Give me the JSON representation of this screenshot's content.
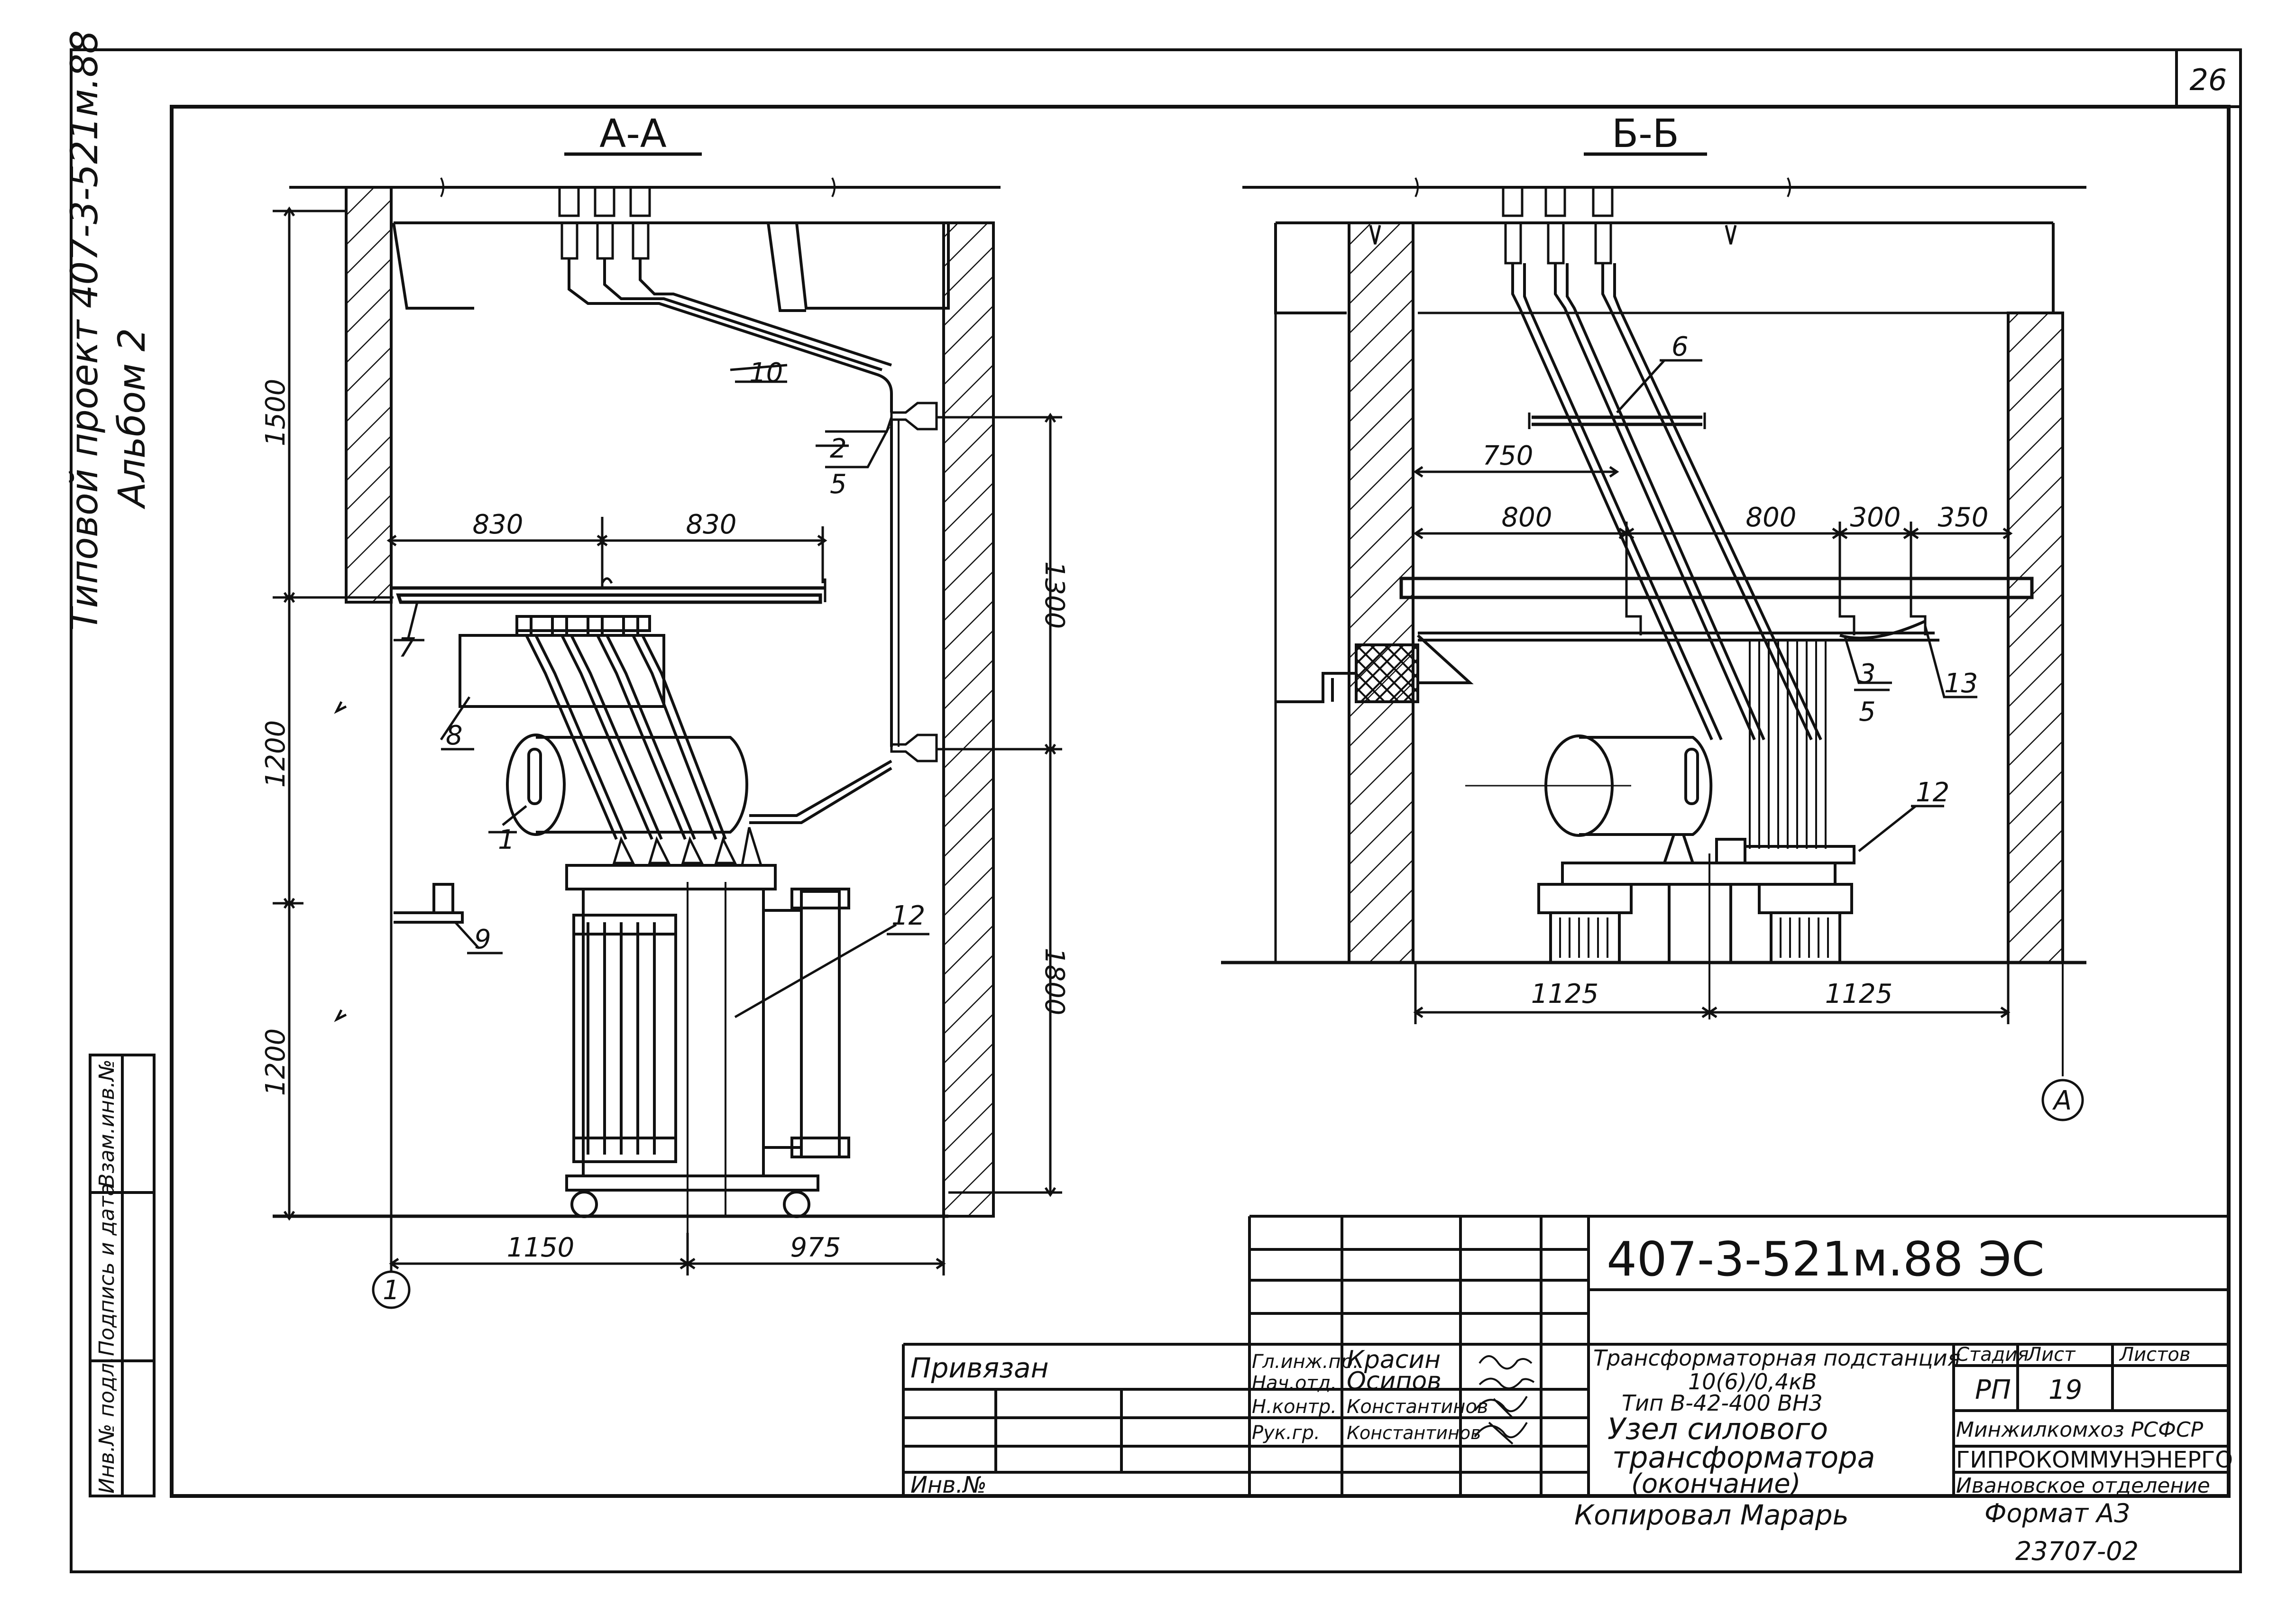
{
  "sheet": {
    "page_number": "26",
    "side_stamp": [
      "Типовой проект 407-3-521м.88",
      "Альбом 2"
    ],
    "copied_by": "Копировал  Марарь",
    "format": "Формат А3",
    "archive_number": "23707-02"
  },
  "left_strip": {
    "labels": [
      "Инв.№ подл.",
      "Подпись и дата",
      "Взам.инв.№"
    ]
  },
  "section_aa": {
    "title": "А-А",
    "dims": {
      "v1500": "1500",
      "v1200a": "1200",
      "v1200b": "1200",
      "v1300": "1300",
      "v1800": "1800",
      "h830a": "830",
      "h830b": "830",
      "h1150": "1150",
      "h975": "975"
    },
    "callouts": {
      "c10": "10",
      "c2": "2",
      "c5": "5",
      "c7": "7",
      "c8": "8",
      "c1": "1",
      "c9": "9",
      "c12": "12"
    },
    "axis": "1"
  },
  "section_bb": {
    "title": "Б-Б",
    "dims": {
      "h750": "750",
      "h800a": "800",
      "h800b": "800",
      "h300": "300",
      "h350": "350",
      "h1125a": "1125",
      "h1125b": "1125"
    },
    "callouts": {
      "c6": "6",
      "c3": "3",
      "c5": "5",
      "c13": "13",
      "c12": "12"
    },
    "axis": "А"
  },
  "title_block": {
    "code": "407-3-521м.88  ЭС",
    "privyazan": "Привязан",
    "inv_no": "Инв.№",
    "roles": [
      {
        "role": "Гл.инж.пр.",
        "name": "Красин"
      },
      {
        "role": "Нач.отд.",
        "name": "Осипов"
      },
      {
        "role": "Н.контр.",
        "name": "Константинов"
      },
      {
        "role": "Рук.гр.",
        "name": "Константинов"
      }
    ],
    "desc_line1": "Трансформаторная подстанция",
    "desc_line2": "10(6)/0,4кВ",
    "desc_line3": "Тип  В-42-400 ВН3",
    "sheet_title_1": "Узел    силового",
    "sheet_title_2": "трансформатора",
    "sheet_title_3": "(окончание)",
    "stage_label": "Стадия",
    "sheet_label": "Лист",
    "sheets_label": "Листов",
    "stage": "РП",
    "sheet_no": "19",
    "org_1": "Минжилкомхоз РСФСР",
    "org_2": "ГИПРОКОММУНЭНЕРГО",
    "org_3": "Ивановское отделение"
  }
}
